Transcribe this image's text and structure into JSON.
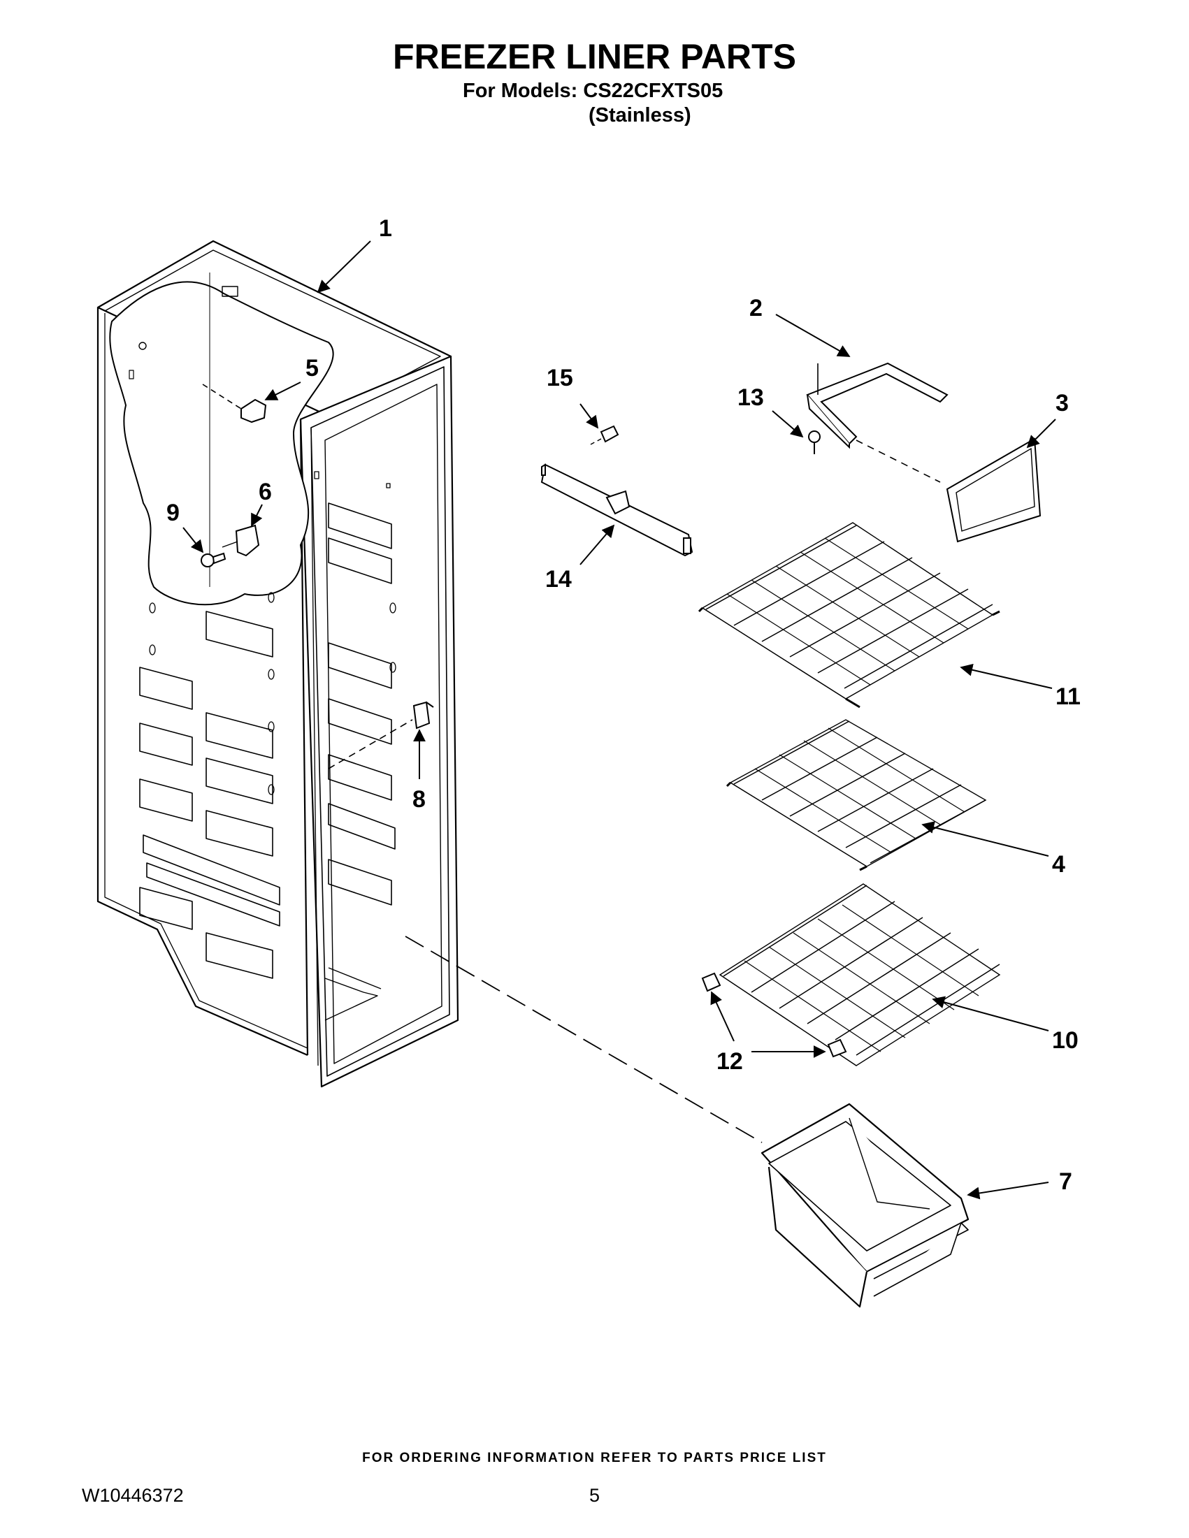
{
  "header": {
    "title": "FREEZER LINER PARTS",
    "models_line": "For Models: CS22CFXTS05",
    "variant": "(Stainless)"
  },
  "callouts": [
    {
      "id": "1",
      "label": "1"
    },
    {
      "id": "2",
      "label": "2"
    },
    {
      "id": "3",
      "label": "3"
    },
    {
      "id": "4",
      "label": "4"
    },
    {
      "id": "5",
      "label": "5"
    },
    {
      "id": "6",
      "label": "6"
    },
    {
      "id": "7",
      "label": "7"
    },
    {
      "id": "8",
      "label": "8"
    },
    {
      "id": "9",
      "label": "9"
    },
    {
      "id": "10",
      "label": "10"
    },
    {
      "id": "11",
      "label": "11"
    },
    {
      "id": "12",
      "label": "12"
    },
    {
      "id": "13",
      "label": "13"
    },
    {
      "id": "14",
      "label": "14"
    },
    {
      "id": "15",
      "label": "15"
    }
  ],
  "footer": {
    "ordering_note": "FOR ORDERING INFORMATION REFER TO PARTS PRICE LIST",
    "document_number": "W10446372",
    "page_number": "5"
  }
}
